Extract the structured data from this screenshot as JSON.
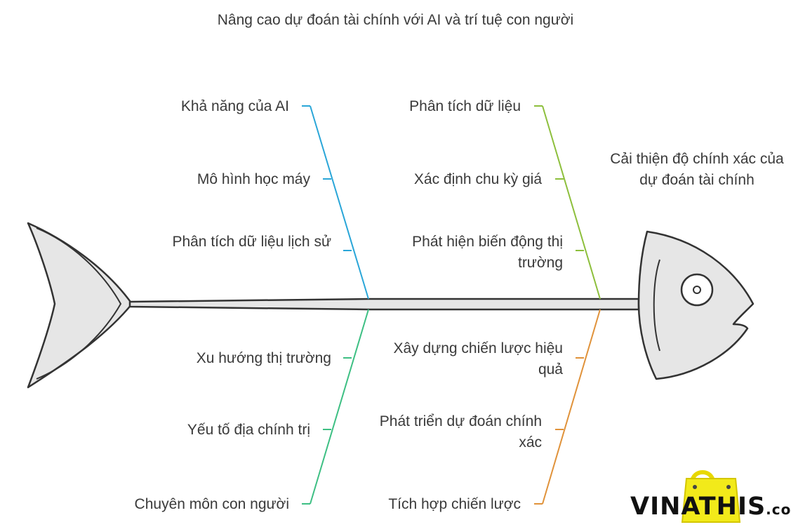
{
  "title": "Nâng cao dự đoán tài chính với AI và trí tuệ con người",
  "head": {
    "label": "Cải thiện độ chính xác của dự đoán tài chính"
  },
  "branches": [
    {
      "color": "#2aa6d8",
      "items": [
        "Khả năng của AI",
        "Mô hình học máy",
        "Phân tích dữ liệu lịch sử"
      ]
    },
    {
      "color": "#8dbf3c",
      "items": [
        "Phân tích dữ liệu",
        "Xác định chu kỳ giá",
        "Phát hiện biến động thị trường"
      ]
    },
    {
      "color": "#3dbf83",
      "items": [
        "Xu hướng thị trường",
        "Yếu tố địa chính trị",
        "Chuyên môn con người"
      ]
    },
    {
      "color": "#e0923a",
      "items": [
        "Xây dựng chiến lược hiệu quả",
        "Phát triển dự đoán chính xác",
        "Tích hợp chiến lược"
      ]
    }
  ],
  "logo": {
    "text_main": "VINATHIS",
    "text_suffix": ".com"
  }
}
